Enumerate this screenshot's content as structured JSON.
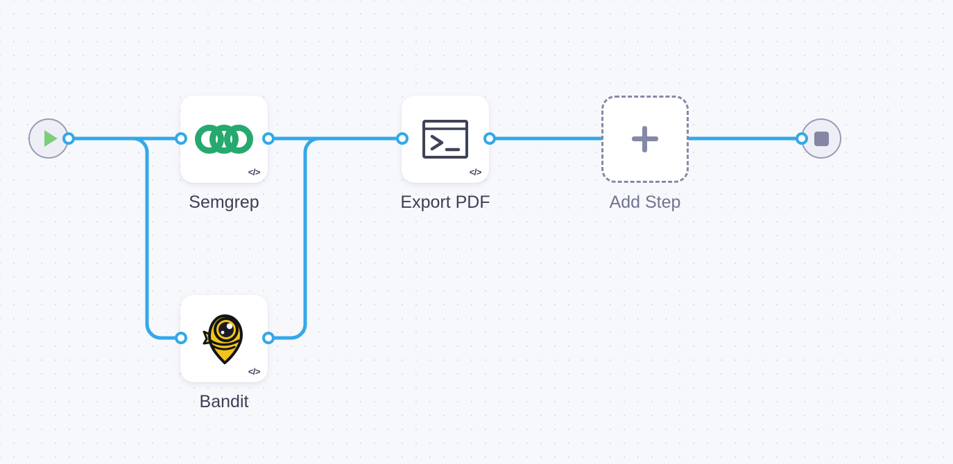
{
  "canvas": {
    "background_color": "#f7f8fc",
    "dot_color": "#dcdeec",
    "edge_color": "#34a8e8",
    "port_fill": "#ffffff",
    "label_color": "#3b4055"
  },
  "start_node": {
    "name": "start",
    "icon": "play-icon",
    "icon_color": "#7ccd7c",
    "ring_color": "#9a9ab4",
    "fill_color": "#eeeef6"
  },
  "end_node": {
    "name": "stop",
    "icon": "stop-square-icon",
    "icon_color": "#8486a4",
    "ring_color": "#9a9ab4",
    "fill_color": "#eeeef6"
  },
  "steps": [
    {
      "id": "semgrep",
      "label": "Semgrep",
      "icon": "semgrep-logo",
      "icon_color": "#26a96f",
      "badge": "</>",
      "badge_icon": "code-badge-icon"
    },
    {
      "id": "bandit",
      "label": "Bandit",
      "icon": "bandit-logo",
      "icon_color": "#f2c31c",
      "badge": "</>",
      "badge_icon": "code-badge-icon"
    },
    {
      "id": "export-pdf",
      "label": "Export PDF",
      "icon": "terminal-icon",
      "icon_color": "#3f4358",
      "badge": "</>",
      "badge_icon": "code-badge-icon"
    }
  ],
  "add_step": {
    "label": "Add Step",
    "icon": "plus-icon",
    "icon_color": "#8589a6",
    "border_color": "#8589a6"
  }
}
